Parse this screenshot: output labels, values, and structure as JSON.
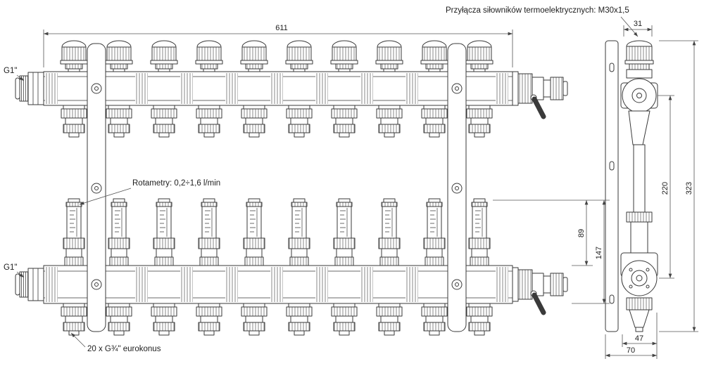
{
  "labels": {
    "actuators": "Przyłącza siłowników termoelektrycznych: M30x1,5",
    "rotameters": "Rotametry: 0,2÷1,6 l/min",
    "inlet_top": "G1\"",
    "inlet_bottom": "G1\"",
    "eurokonus": "20 x G¾\" eurokonus"
  },
  "dimensions": {
    "width": "611",
    "side_offset": "31",
    "total_height": "323",
    "axis_spacing": "220",
    "meter_height": "89",
    "meter_to_axis": "147",
    "outlet_depth": "47",
    "side_width": "70"
  },
  "counts": {
    "circuits": 10
  },
  "colors": {
    "line": "#3a3a3a",
    "dim": "#555555",
    "background": "#ffffff"
  }
}
